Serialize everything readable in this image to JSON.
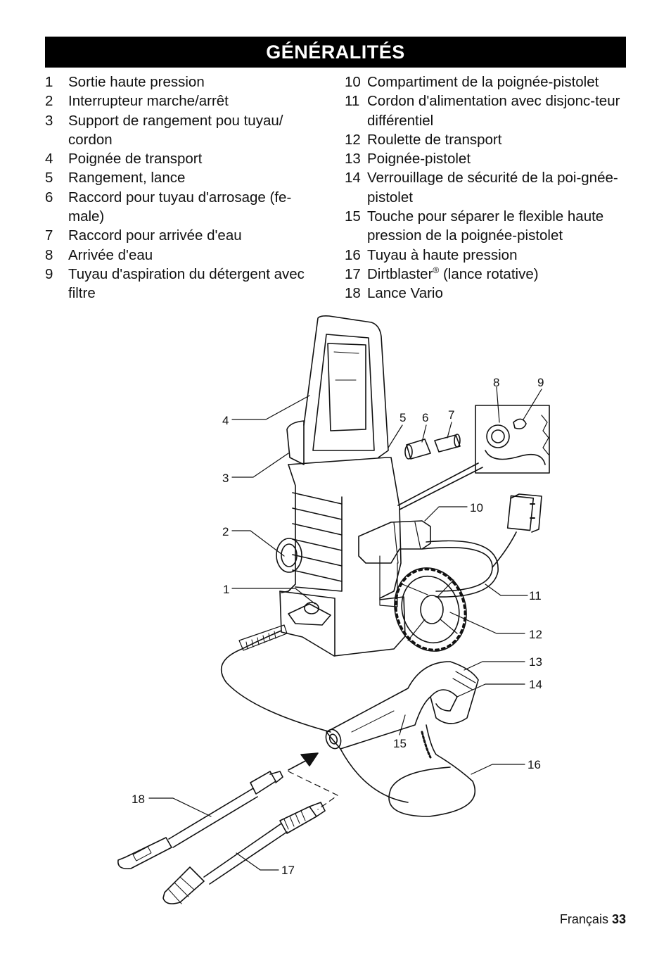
{
  "header": {
    "title": "GÉNÉRALITÉS"
  },
  "legend_left": [
    {
      "num": "1",
      "text": "Sortie haute pression"
    },
    {
      "num": "2",
      "text": "Interrupteur marche/arrêt"
    },
    {
      "num": "3",
      "text": "Support de rangement pou tuyau/ cordon"
    },
    {
      "num": "4",
      "text": "Poignée de transport"
    },
    {
      "num": "5",
      "text": "Rangement, lance"
    },
    {
      "num": "6",
      "text": "Raccord pour tuyau d'arrosage (fe-male)"
    },
    {
      "num": "7",
      "text": "Raccord pour arrivée d'eau"
    },
    {
      "num": "8",
      "text": "Arrivée d'eau"
    },
    {
      "num": "9",
      "text": "Tuyau d'aspiration du détergent avec filtre"
    }
  ],
  "legend_right": [
    {
      "num": "10",
      "text": "Compartiment de la poignée-pistolet"
    },
    {
      "num": "11",
      "text": "Cordon d'alimentation avec disjonc-teur différentiel"
    },
    {
      "num": "12",
      "text": "Roulette de transport"
    },
    {
      "num": "13",
      "text": "Poignée-pistolet"
    },
    {
      "num": "14",
      "text": "Verrouillage de sécurité de la poi-gnée-pistolet"
    },
    {
      "num": "15",
      "text": "Touche pour séparer le flexible haute pression de la poignée-pistolet"
    },
    {
      "num": "16",
      "text": "Tuyau à haute pression"
    },
    {
      "num": "17",
      "text": "Dirtblaster",
      "sup": "®",
      "text_after": " (lance rotative)"
    },
    {
      "num": "18",
      "text": "Lance Vario"
    }
  ],
  "figure": {
    "callouts": [
      "1",
      "2",
      "3",
      "4",
      "5",
      "6",
      "7",
      "8",
      "9",
      "10",
      "11",
      "12",
      "13",
      "14",
      "15",
      "16",
      "17",
      "18"
    ]
  },
  "footer": {
    "language": "Français",
    "page": "33"
  }
}
